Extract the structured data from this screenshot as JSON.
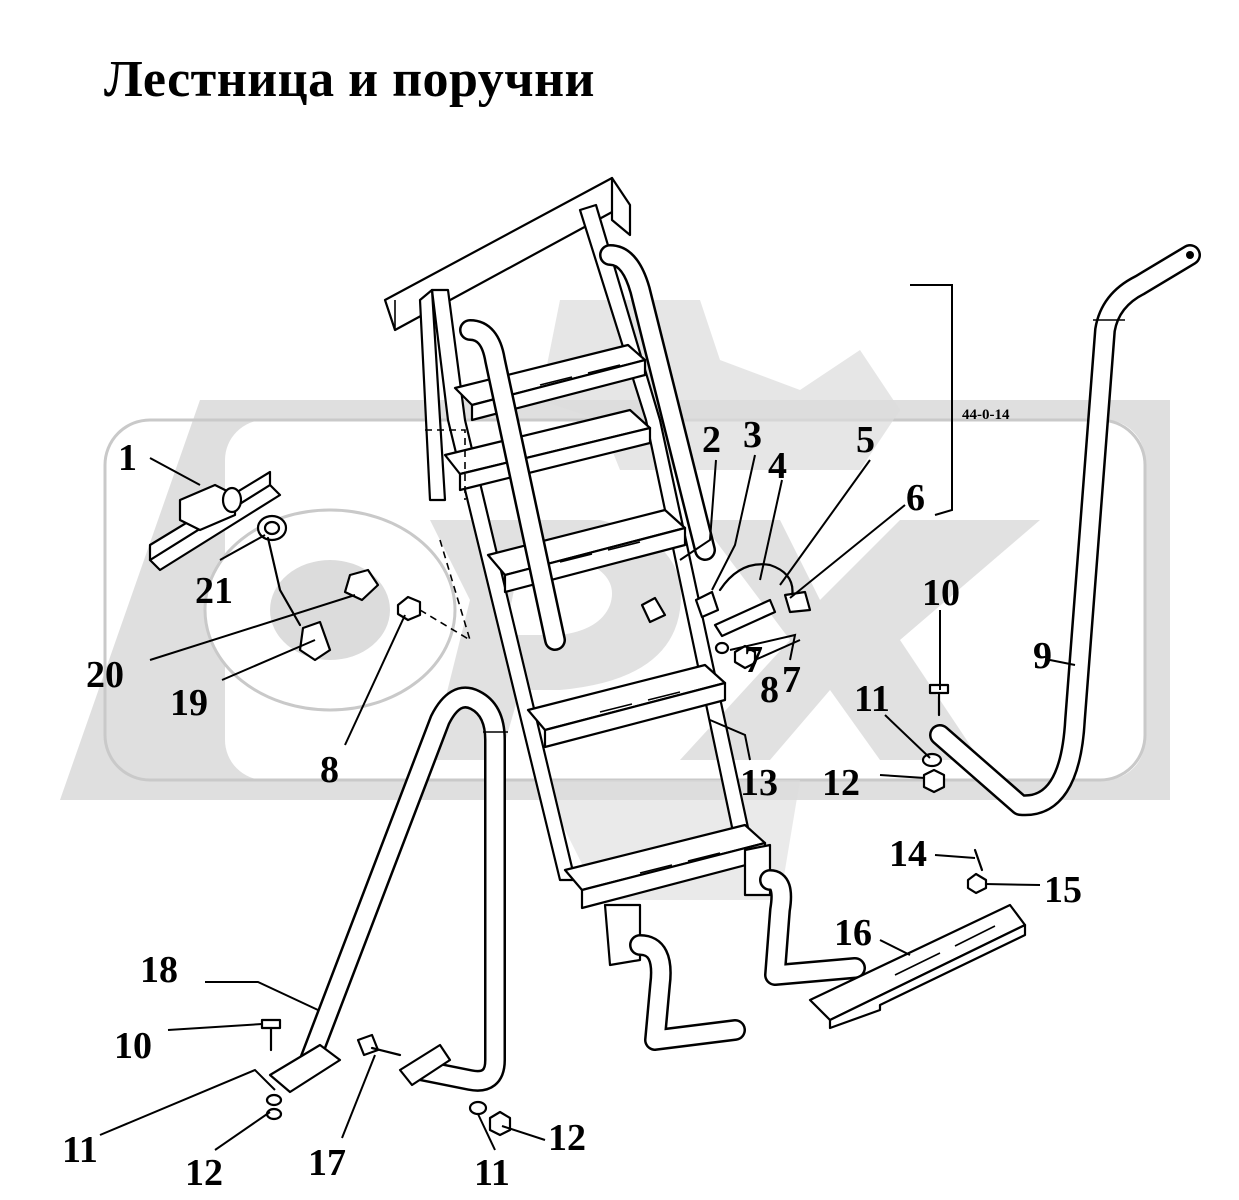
{
  "title": "Лестница и поручни",
  "drawing_code": "44-0-14",
  "callouts": [
    {
      "id": "c1",
      "label": "1"
    },
    {
      "id": "c2",
      "label": "2"
    },
    {
      "id": "c3",
      "label": "3"
    },
    {
      "id": "c4",
      "label": "4"
    },
    {
      "id": "c5",
      "label": "5"
    },
    {
      "id": "c6",
      "label": "6"
    },
    {
      "id": "c7a",
      "label": "7"
    },
    {
      "id": "c7b",
      "label": "7"
    },
    {
      "id": "c8a",
      "label": "8"
    },
    {
      "id": "c8b",
      "label": "8"
    },
    {
      "id": "c9",
      "label": "9"
    },
    {
      "id": "c10a",
      "label": "10"
    },
    {
      "id": "c10b",
      "label": "10"
    },
    {
      "id": "c11a",
      "label": "11"
    },
    {
      "id": "c11b",
      "label": "11"
    },
    {
      "id": "c11c",
      "label": "11"
    },
    {
      "id": "c12a",
      "label": "12"
    },
    {
      "id": "c12b",
      "label": "12"
    },
    {
      "id": "c12c",
      "label": "12"
    },
    {
      "id": "c13",
      "label": "13"
    },
    {
      "id": "c14",
      "label": "14"
    },
    {
      "id": "c15",
      "label": "15"
    },
    {
      "id": "c16",
      "label": "16"
    },
    {
      "id": "c17",
      "label": "17"
    },
    {
      "id": "c18",
      "label": "18"
    },
    {
      "id": "c19",
      "label": "19"
    },
    {
      "id": "c20",
      "label": "20"
    },
    {
      "id": "c21",
      "label": "21"
    }
  ]
}
